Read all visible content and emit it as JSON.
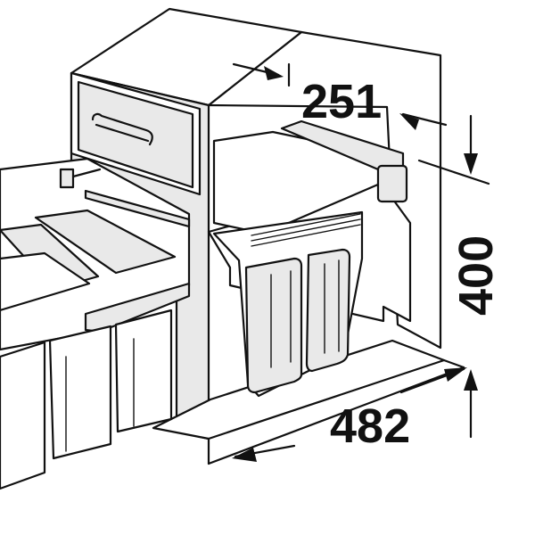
{
  "dimensions": {
    "width": "251",
    "height": "400",
    "depth": "482"
  },
  "colors": {
    "line": "#111111",
    "shade_light": "#e9e9e9",
    "shade_mid": "#cfcfcf",
    "background": "#ffffff"
  }
}
